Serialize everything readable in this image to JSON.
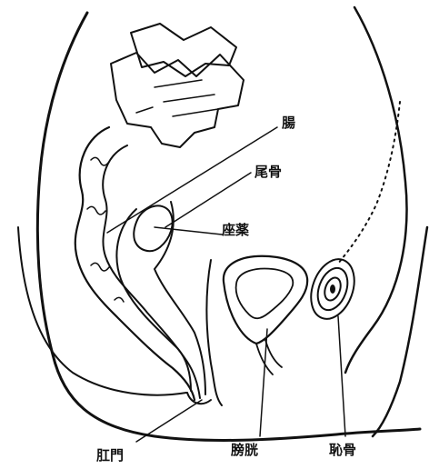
{
  "labels": {
    "intestine": "腸",
    "coccyx": "尾骨",
    "suppository": "座薬",
    "anus": "肛門",
    "bladder": "膀胱",
    "pubic_bone": "恥骨"
  },
  "colors": {
    "ink": "#111111",
    "background": "#ffffff"
  }
}
